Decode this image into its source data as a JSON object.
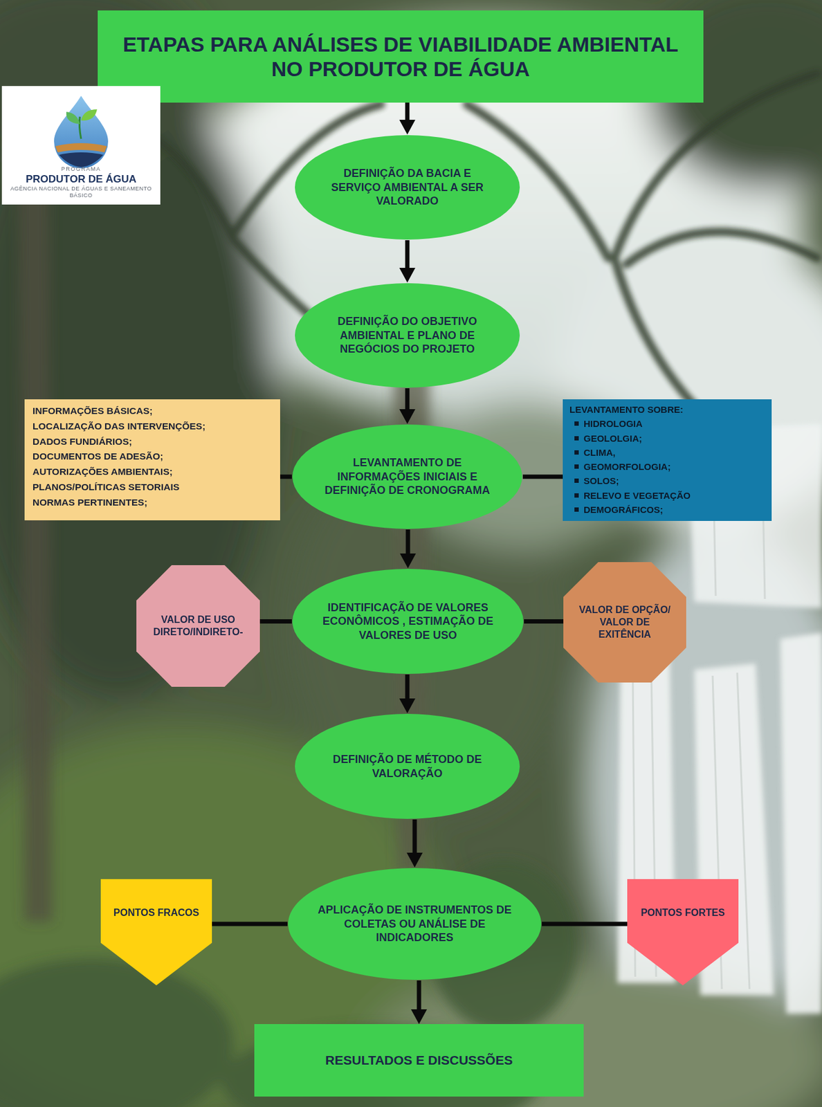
{
  "diagram": {
    "nodes": [
      {
        "text": [
          "ETAPAS PARA ANÁLISES DE VIABILIDADE AMBIENTAL NO PRODUTOR DE ÁGUA"
        ]
      },
      {
        "text": [
          "PROGRAMA",
          "PRODUTOR DE ÁGUA",
          "AGÊNCIA NACIONAL DE ÁGUAS E SANEAMENTO BÁSICO"
        ]
      },
      {
        "text": [
          "DEFINIÇÃO DA BACIA E SERVIÇO AMBIENTAL A SER VALORADO"
        ]
      },
      {
        "text": [
          "DEFINIÇÃO DO OBJETIVO AMBIENTAL E PLANO DE NEGÓCIOS DO PROJETO"
        ]
      },
      {
        "text": [
          "INFORMAÇÕES BÁSICAS;",
          "LOCALIZAÇÃO DAS INTERVENÇÕES;",
          "DADOS FUNDIÁRIOS;",
          "DOCUMENTOS DE ADESÃO;",
          "AUTORIZAÇÕES AMBIENTAIS;",
          "PLANOS/POLÍTICAS SETORIAIS",
          "NORMAS PERTINENTES;"
        ]
      },
      {
        "text": [
          "LEVANTAMENTO DE INFORMAÇÕES INICIAIS E DEFINIÇÃO DE CRONOGRAMA"
        ]
      },
      {
        "text": [
          "LEVANTAMENTO SOBRE:",
          "HIDROLOGIA",
          "GEOLOLGIA;",
          "CLIMA,",
          "GEOMORFOLOGIA;",
          "SOLOS;",
          "RELEVO E VEGETAÇÃO",
          "DEMOGRÁFICOS;"
        ]
      },
      {
        "text": [
          "VALOR DE USO DIRETO/INDIRETO-"
        ]
      },
      {
        "text": [
          "IDENTIFICAÇÃO DE VALORES ECONÔMICOS , ESTIMAÇÃO DE VALORES DE USO"
        ]
      },
      {
        "text": [
          "VALOR DE OPÇÃO/ VALOR DE EXITÊNCIA"
        ]
      },
      {
        "text": [
          "DEFINIÇÃO DE MÉTODO DE VALORAÇÃO"
        ]
      },
      {
        "text": [
          "PONTOS FRACOS"
        ]
      },
      {
        "text": [
          "APLICAÇÃO DE INSTRUMENTOS DE COLETAS OU ANÁLISE DE INDICADORES"
        ]
      },
      {
        "text": [
          "PONTOS FORTES"
        ]
      },
      {
        "text": [
          "RESULTADOS E DISCUSSÕES"
        ]
      }
    ],
    "edges": [
      {
        "from": 0,
        "to": 2,
        "arrow": "to"
      },
      {
        "from": 2,
        "to": 3,
        "arrow": "to"
      },
      {
        "from": 3,
        "to": 5,
        "arrow": "to"
      },
      {
        "from": 5,
        "to": 4,
        "arrow": "none"
      },
      {
        "from": 5,
        "to": 6,
        "arrow": "none"
      },
      {
        "from": 5,
        "to": 8,
        "arrow": "to"
      },
      {
        "from": 8,
        "to": 7,
        "arrow": "none"
      },
      {
        "from": 8,
        "to": 9,
        "arrow": "none"
      },
      {
        "from": 8,
        "to": 10,
        "arrow": "to"
      },
      {
        "from": 10,
        "to": 12,
        "arrow": "to"
      },
      {
        "from": 12,
        "to": 11,
        "arrow": "none"
      },
      {
        "from": 12,
        "to": 13,
        "arrow": "none"
      },
      {
        "from": 12,
        "to": 14,
        "arrow": "to"
      }
    ]
  }
}
